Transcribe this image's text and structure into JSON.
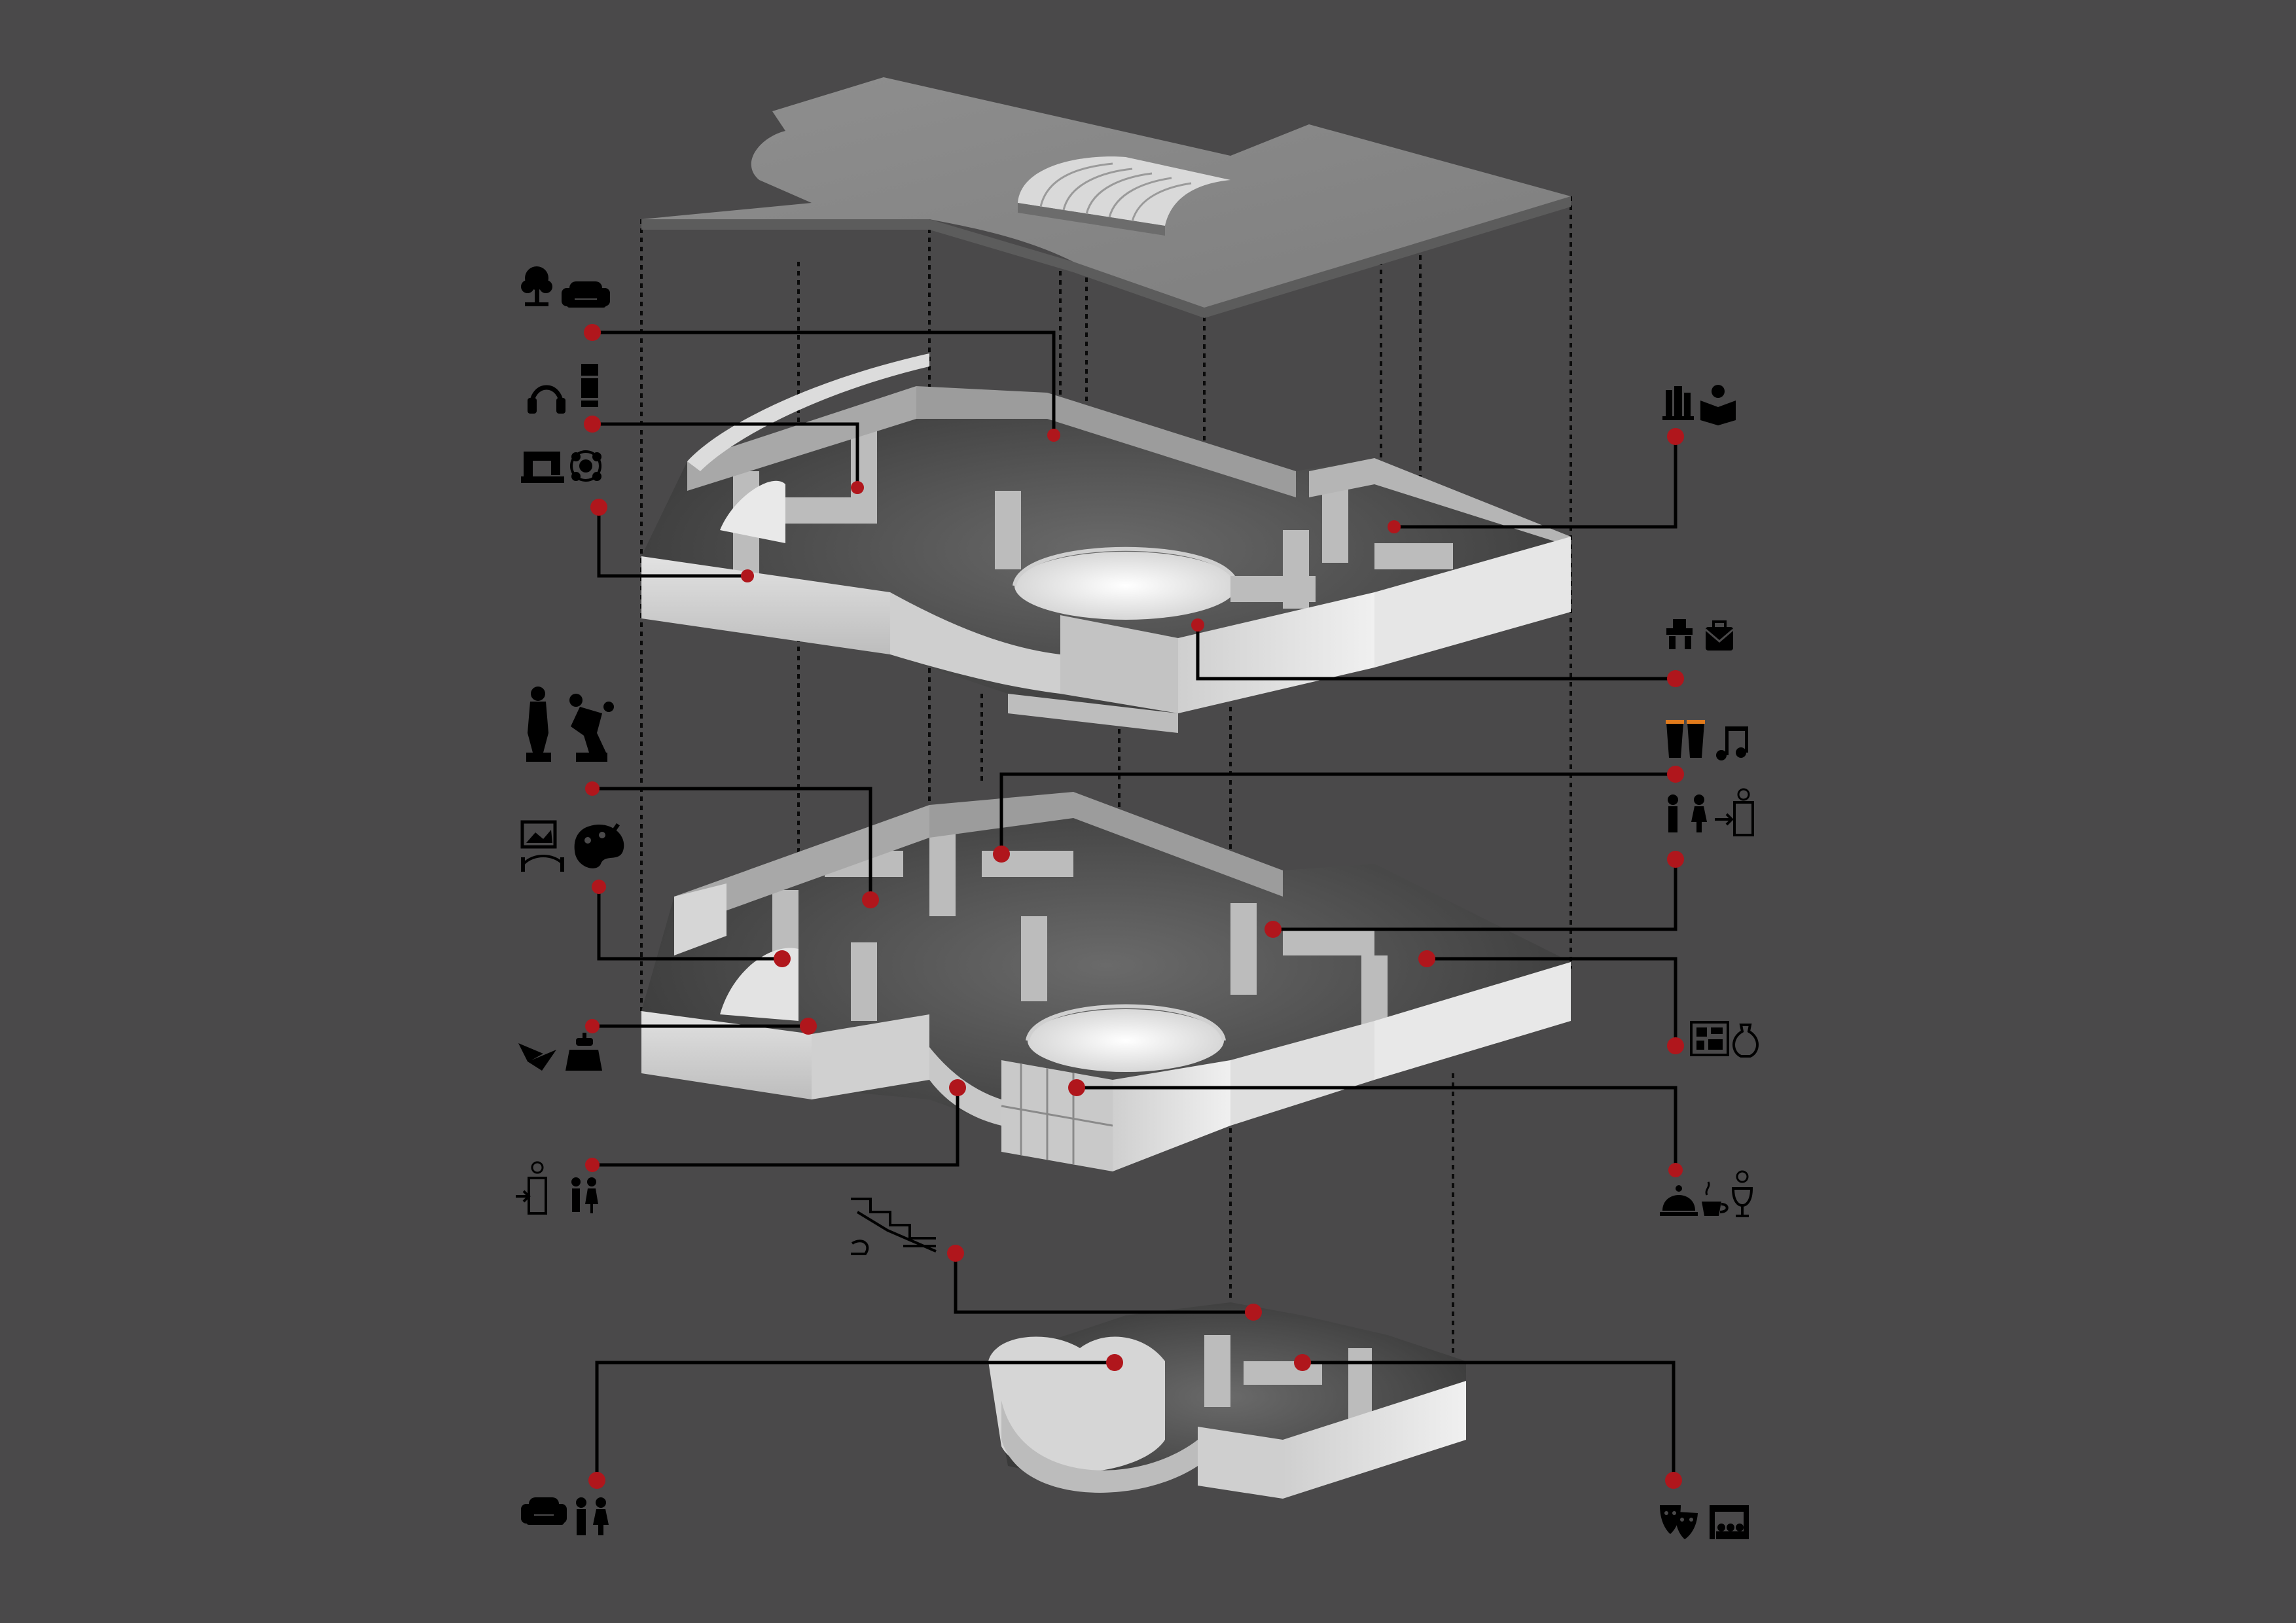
{
  "colors": {
    "background": "#4a494a",
    "slab": "#8c8c8c",
    "slab_top": "#a3a3a3",
    "wall": "#d4d4d4",
    "wall_dark": "#9a9a9a",
    "interior_shadow": "#3a3a3a",
    "leader": "#000000",
    "marker": "#b0161c",
    "icon": "#000000",
    "drum_orange": "#e07a1c"
  },
  "diagram": {
    "type": "exploded-axonometric",
    "levels": [
      {
        "id": "roof",
        "label": ""
      },
      {
        "id": "upper-floor",
        "label": ""
      },
      {
        "id": "ground-floor",
        "label": ""
      },
      {
        "id": "basement",
        "label": ""
      }
    ],
    "programs": [
      {
        "id": "garden-lounge",
        "level": "upper-floor",
        "icons": [
          "tree-icon",
          "armchair-icon"
        ]
      },
      {
        "id": "listening-library",
        "level": "upper-floor",
        "icons": [
          "headphones-icon",
          "books-icon"
        ]
      },
      {
        "id": "workshops",
        "level": "upper-floor",
        "icons": [
          "sewing-machine-icon",
          "molecule-icon"
        ]
      },
      {
        "id": "reading-room",
        "level": "upper-floor",
        "icons": [
          "bookshelf-icon",
          "reading-person-icon"
        ]
      },
      {
        "id": "administration",
        "level": "upper-floor",
        "icons": [
          "office-desk-icon",
          "mail-briefcase-icon"
        ]
      },
      {
        "id": "sculpture-gallery",
        "level": "ground-floor",
        "icons": [
          "david-statue-icon",
          "discus-thrower-icon"
        ]
      },
      {
        "id": "painting-gallery",
        "level": "ground-floor",
        "icons": [
          "framed-picture-icon",
          "palette-icon"
        ]
      },
      {
        "id": "origami-crafts",
        "level": "ground-floor",
        "icons": [
          "origami-bird-icon",
          "hands-pottery-icon"
        ]
      },
      {
        "id": "entrance-lobby",
        "level": "ground-floor",
        "icons": [
          "entrance-door-icon",
          "couple-icon"
        ]
      },
      {
        "id": "music-rooms",
        "level": "ground-floor",
        "icons": [
          "conga-drums-icon",
          "music-note-icon"
        ]
      },
      {
        "id": "restrooms-exit",
        "level": "ground-floor",
        "icons": [
          "couple-icon",
          "exit-door-icon"
        ]
      },
      {
        "id": "exhibition-pottery",
        "level": "ground-floor",
        "icons": [
          "gallery-wall-icon",
          "vase-icon"
        ]
      },
      {
        "id": "cafeteria",
        "level": "ground-floor",
        "icons": [
          "food-cloche-icon",
          "coffee-cup-icon",
          "wine-glass-icon"
        ]
      },
      {
        "id": "vertical-circulation",
        "level": "basement",
        "icons": [
          "stairs-ramp-icon"
        ]
      },
      {
        "id": "foyer",
        "level": "basement",
        "icons": [
          "armchair-icon",
          "couple-icon"
        ]
      },
      {
        "id": "theatre",
        "level": "basement",
        "icons": [
          "theatre-masks-icon",
          "stage-audience-icon"
        ]
      }
    ]
  }
}
